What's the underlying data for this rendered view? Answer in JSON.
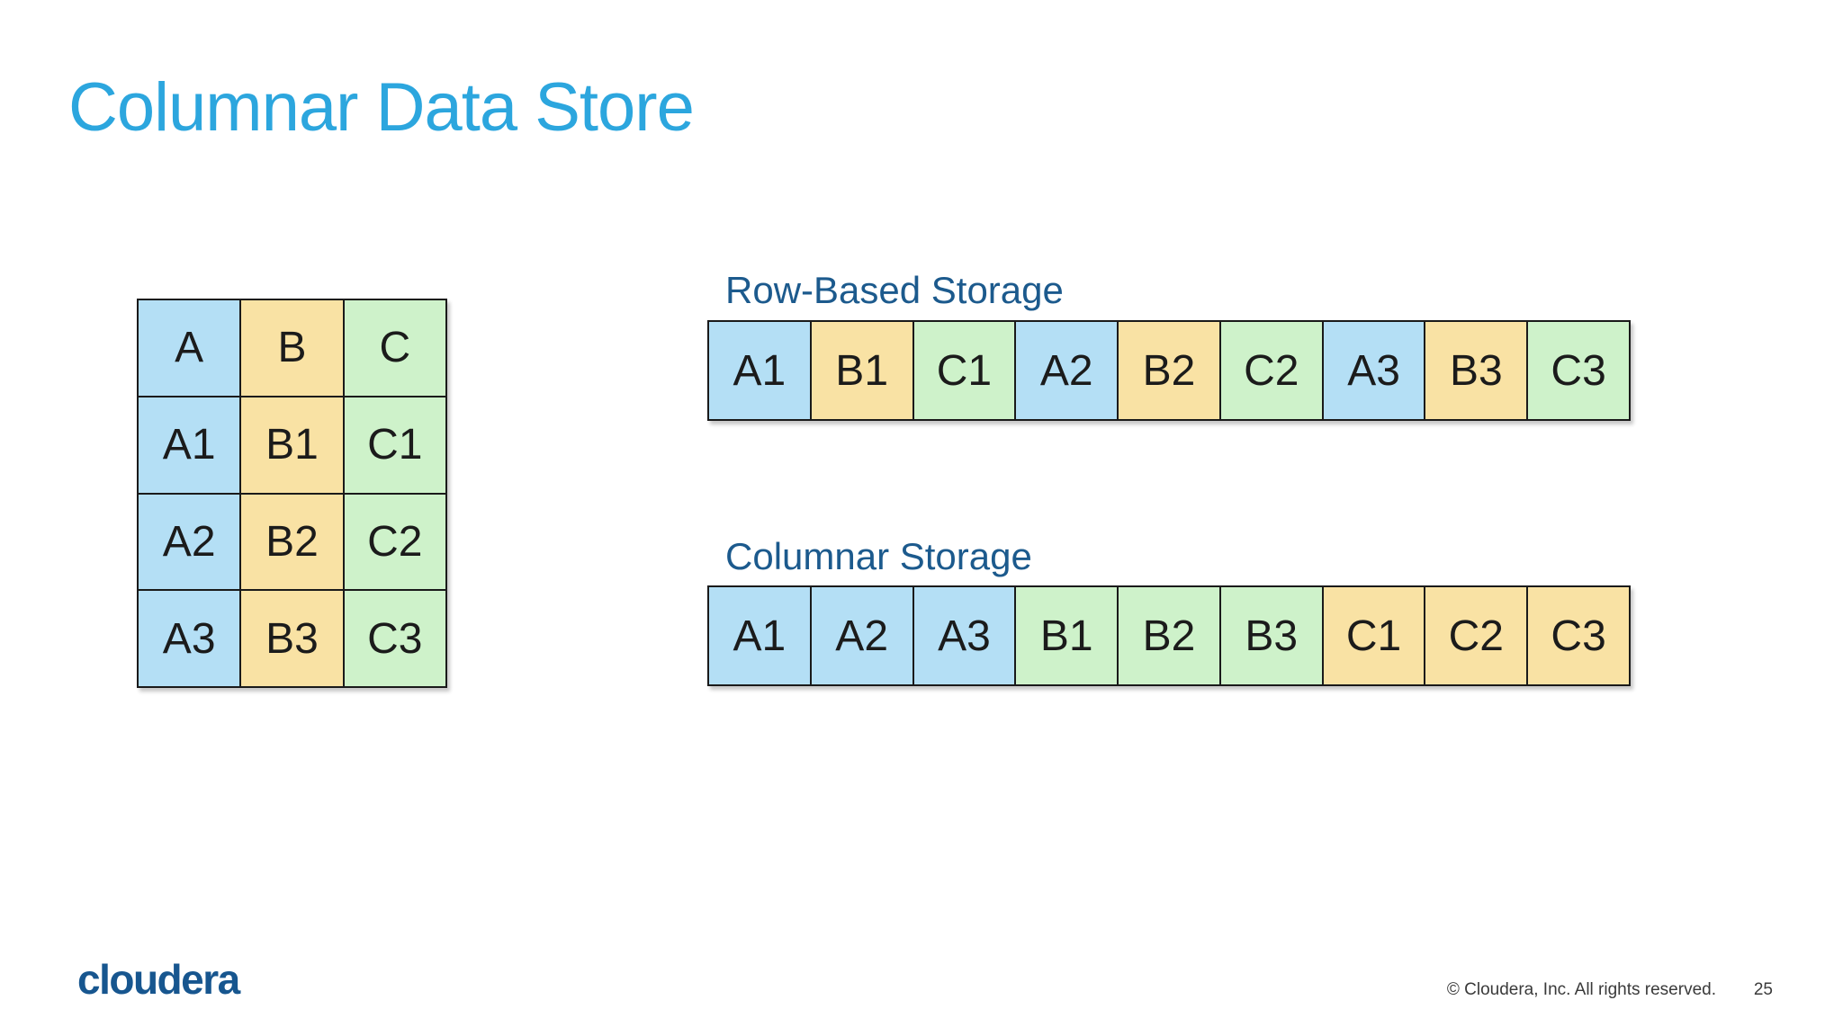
{
  "slide": {
    "title": "Columnar Data Store",
    "logo_text": "cloudera",
    "footer_copyright": "© Cloudera, Inc. All rights reserved.",
    "page_number": "25"
  },
  "colors": {
    "title": "#2CA6DE",
    "label": "#1C5A8D",
    "logo": "#17568F",
    "footer_text": "#3A3A3A",
    "cell_border": "#1A1A1A",
    "cell_blue": "#B4DFF5",
    "cell_orange": "#F9E2A4",
    "cell_green": "#CEF2CA"
  },
  "table": {
    "headers": [
      {
        "label": "A",
        "color": "blue"
      },
      {
        "label": "B",
        "color": "orange"
      },
      {
        "label": "C",
        "color": "green"
      }
    ],
    "rows": [
      [
        {
          "label": "A1",
          "color": "blue"
        },
        {
          "label": "B1",
          "color": "orange"
        },
        {
          "label": "C1",
          "color": "green"
        }
      ],
      [
        {
          "label": "A2",
          "color": "blue"
        },
        {
          "label": "B2",
          "color": "orange"
        },
        {
          "label": "C2",
          "color": "green"
        }
      ],
      [
        {
          "label": "A3",
          "color": "blue"
        },
        {
          "label": "B3",
          "color": "orange"
        },
        {
          "label": "C3",
          "color": "green"
        }
      ]
    ]
  },
  "row_based": {
    "label": "Row-Based Storage",
    "cells": [
      {
        "label": "A1",
        "color": "blue"
      },
      {
        "label": "B1",
        "color": "orange"
      },
      {
        "label": "C1",
        "color": "green"
      },
      {
        "label": "A2",
        "color": "blue"
      },
      {
        "label": "B2",
        "color": "orange"
      },
      {
        "label": "C2",
        "color": "green"
      },
      {
        "label": "A3",
        "color": "blue"
      },
      {
        "label": "B3",
        "color": "orange"
      },
      {
        "label": "C3",
        "color": "green"
      }
    ]
  },
  "columnar": {
    "label": "Columnar Storage",
    "cells": [
      {
        "label": "A1",
        "color": "blue"
      },
      {
        "label": "A2",
        "color": "blue"
      },
      {
        "label": "A3",
        "color": "blue"
      },
      {
        "label": "B1",
        "color": "green"
      },
      {
        "label": "B2",
        "color": "green"
      },
      {
        "label": "B3",
        "color": "green"
      },
      {
        "label": "C1",
        "color": "orange"
      },
      {
        "label": "C2",
        "color": "orange"
      },
      {
        "label": "C3",
        "color": "orange"
      }
    ]
  }
}
